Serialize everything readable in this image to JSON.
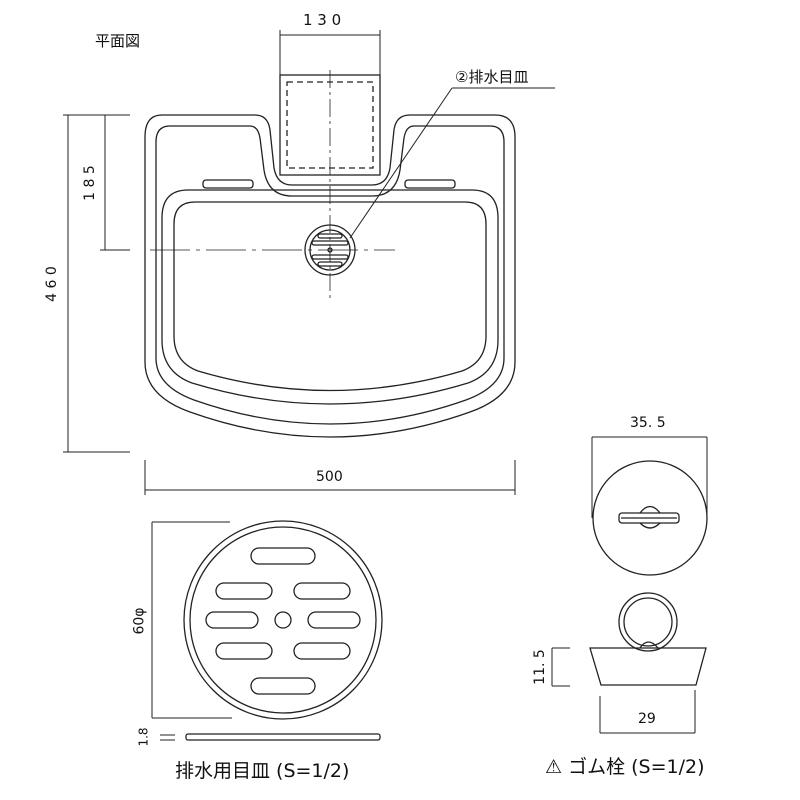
{
  "plan": {
    "title": "平面図",
    "dim_faucet_width": "1 3 0",
    "dim_drain_offset": "1 8 5",
    "dim_depth": "4 6 0",
    "dim_width": "500",
    "callout": "②排水目皿"
  },
  "strainer": {
    "dim_diameter": "60φ",
    "dim_thickness": "1.8",
    "caption": "排水用目皿 (S=1/2)"
  },
  "stopper": {
    "dim_top_diameter": "35. 5",
    "dim_height": "11. 5",
    "dim_bottom_diameter": "29",
    "caption": "⚠ ゴム栓 (S=1/2)"
  }
}
